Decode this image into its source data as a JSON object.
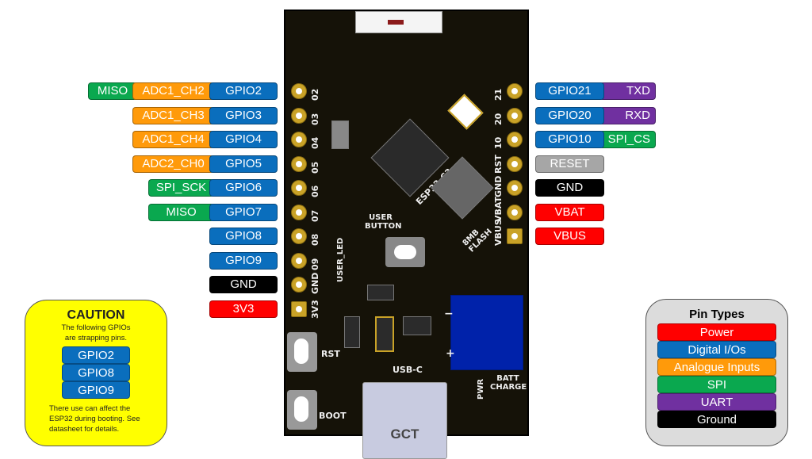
{
  "colors": {
    "power": "#ff0000",
    "digital": "#0a6ebd",
    "analog": "#ff9a0a",
    "spi": "#0aa84f",
    "uart": "#7030a0",
    "ground": "#000000",
    "reset": "#a6a6a6"
  },
  "left_pins": [
    {
      "silk": "02",
      "labels": [
        {
          "text": "GPIO2",
          "type": "digital"
        },
        {
          "text": "ADC1_CH2",
          "type": "analog"
        },
        {
          "text": "MISO",
          "type": "spi"
        }
      ]
    },
    {
      "silk": "03",
      "labels": [
        {
          "text": "GPIO3",
          "type": "digital"
        },
        {
          "text": "ADC1_CH3",
          "type": "analog"
        }
      ]
    },
    {
      "silk": "04",
      "labels": [
        {
          "text": "GPIO4",
          "type": "digital"
        },
        {
          "text": "ADC1_CH4",
          "type": "analog"
        }
      ]
    },
    {
      "silk": "05",
      "labels": [
        {
          "text": "GPIO5",
          "type": "digital"
        },
        {
          "text": "ADC2_CH0",
          "type": "analog"
        }
      ]
    },
    {
      "silk": "06",
      "labels": [
        {
          "text": "GPIO6",
          "type": "digital"
        },
        {
          "text": "SPI_SCK",
          "type": "spi"
        }
      ]
    },
    {
      "silk": "07",
      "labels": [
        {
          "text": "GPIO7",
          "type": "digital"
        },
        {
          "text": "MISO",
          "type": "spi"
        }
      ]
    },
    {
      "silk": "08",
      "labels": [
        {
          "text": "GPIO8",
          "type": "digital"
        }
      ]
    },
    {
      "silk": "09",
      "labels": [
        {
          "text": "GPIO9",
          "type": "digital"
        }
      ]
    },
    {
      "silk": "GND",
      "labels": [
        {
          "text": "GND",
          "type": "ground"
        }
      ]
    },
    {
      "silk": "3V3",
      "labels": [
        {
          "text": "3V3",
          "type": "power"
        }
      ]
    }
  ],
  "right_pins": [
    {
      "silk": "21",
      "labels": [
        {
          "text": "GPIO21",
          "type": "digital"
        },
        {
          "text": "TXD",
          "type": "uart"
        }
      ]
    },
    {
      "silk": "20",
      "labels": [
        {
          "text": "GPIO20",
          "type": "digital"
        },
        {
          "text": "RXD",
          "type": "uart"
        }
      ]
    },
    {
      "silk": "10",
      "labels": [
        {
          "text": "GPIO10",
          "type": "digital"
        },
        {
          "text": "SPI_CS",
          "type": "spi"
        }
      ]
    },
    {
      "silk": "RST",
      "labels": [
        {
          "text": "RESET",
          "type": "reset"
        }
      ]
    },
    {
      "silk": "GND",
      "labels": [
        {
          "text": "GND",
          "type": "ground"
        }
      ]
    },
    {
      "silk": "VBAT",
      "labels": [
        {
          "text": "VBAT",
          "type": "power"
        }
      ]
    },
    {
      "silk": "VBUS",
      "labels": [
        {
          "text": "VBUS",
          "type": "power"
        }
      ]
    }
  ],
  "board": {
    "chip": "ESP32-C3",
    "flash": "8MB FLASH",
    "user_button": "USER BUTTON",
    "user_led": "USER_LED",
    "rst": "RST",
    "boot": "BOOT",
    "usb": "USB-C",
    "connector": "GCT",
    "pwr": "PWR",
    "batt_charge": "BATT CHARGE",
    "minus": "−",
    "plus": "+"
  },
  "caution": {
    "title": "CAUTION",
    "intro": "The following GPIOs are strapping pins.",
    "pins": [
      "GPIO2",
      "GPIO8",
      "GPIO9"
    ],
    "note": "There use can affect the ESP32 during booting. See datasheet for details."
  },
  "legend": {
    "title": "Pin Types",
    "items": [
      {
        "label": "Power",
        "type": "power"
      },
      {
        "label": "Digital I/Os",
        "type": "digital"
      },
      {
        "label": "Analogue Inputs",
        "type": "analog"
      },
      {
        "label": "SPI",
        "type": "spi"
      },
      {
        "label": "UART",
        "type": "uart"
      },
      {
        "label": "Ground",
        "type": "ground"
      }
    ]
  }
}
